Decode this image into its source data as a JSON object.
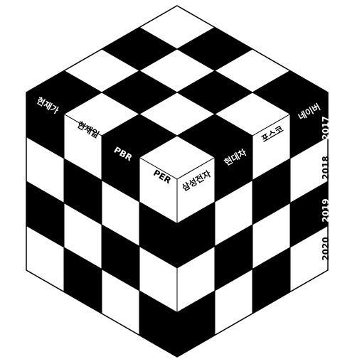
{
  "colors": {
    "dark": "#000000",
    "light": "#ffffff",
    "edge": "#000000"
  },
  "top_labels": {
    "columns": [
      "현재가",
      "현재일",
      "PBR",
      "PER"
    ],
    "rows": [
      "삼성전자",
      "현대차",
      "포스코",
      "네이버"
    ]
  },
  "year_labels": [
    "2017",
    "2018",
    "2019",
    "2020"
  ]
}
